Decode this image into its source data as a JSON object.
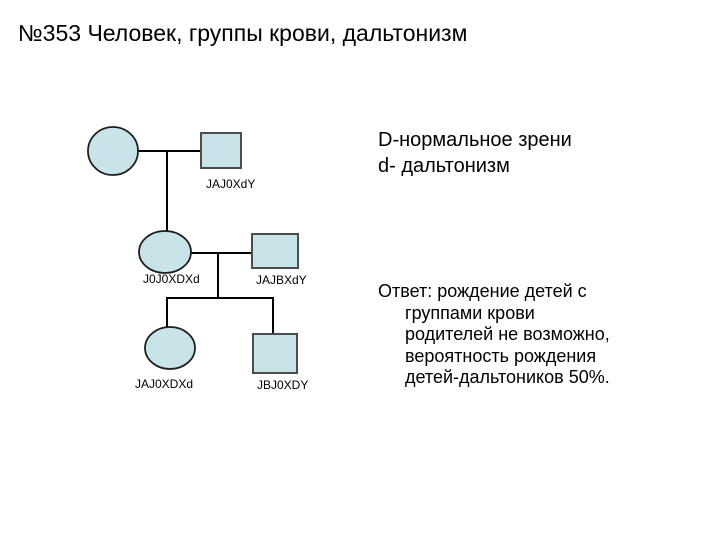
{
  "slide": {
    "title": "№353 Человек, группы крови, дальтонизм"
  },
  "legend": {
    "line1": "D-нормальное зрени",
    "line2": "d- дальтонизм"
  },
  "answer": {
    "lines": [
      "Ответ: рождение детей с",
      "группами крови",
      "родителей не возможно,",
      "вероятность рождения",
      "детей-дальтоников 50%."
    ]
  },
  "pedigree": {
    "shape_fill": "#c9e4e9",
    "individuals": [
      {
        "id": "I-1",
        "sex": "female",
        "genotype": ""
      },
      {
        "id": "I-2",
        "sex": "male",
        "genotype": "JAJ0XdY"
      },
      {
        "id": "II-1",
        "sex": "female",
        "genotype": "J0J0XDXd"
      },
      {
        "id": "II-2",
        "sex": "male",
        "genotype": "JAJBXdY"
      },
      {
        "id": "III-1",
        "sex": "female",
        "genotype": "JAJ0XDXd"
      },
      {
        "id": "III-2",
        "sex": "male",
        "genotype": "JBJ0XDY"
      }
    ]
  }
}
